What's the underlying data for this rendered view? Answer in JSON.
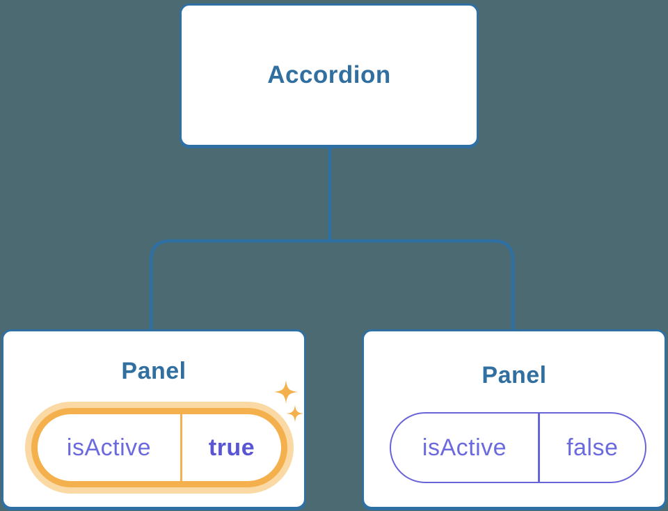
{
  "colors": {
    "bg": "#4c6a72",
    "line": "#2e70a3",
    "nodeText": "#306f9f",
    "purple": "#6b69de",
    "purpleDark": "#5a55d3",
    "purpleBorder": "#6963d8",
    "orange": "#f5b04e",
    "orangeHalo": "#fbd9a4"
  },
  "tree": {
    "root": {
      "label": "Accordion"
    },
    "children": [
      {
        "title": "Panel",
        "prop": "isActive",
        "value": "true",
        "highlighted": true,
        "icon": "sparkles"
      },
      {
        "title": "Panel",
        "prop": "isActive",
        "value": "false",
        "highlighted": false
      }
    ]
  }
}
